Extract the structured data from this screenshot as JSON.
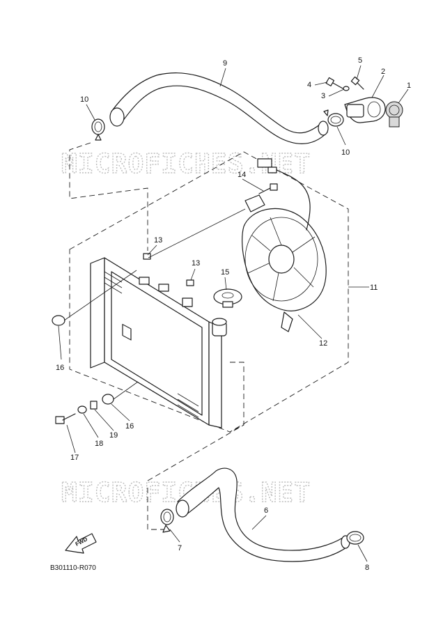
{
  "watermark": {
    "top": "MICROFICHES.NET",
    "bottom": "MICROFICHES.NET"
  },
  "diagram_code": "B301110-R070",
  "fwd_label": "FWD",
  "callouts": {
    "c1": "1",
    "c2": "2",
    "c3": "3",
    "c4": "4",
    "c5": "5",
    "c6": "6",
    "c7": "7",
    "c8": "8",
    "c9": "9",
    "c10a": "10",
    "c10b": "10",
    "c11": "11",
    "c12": "12",
    "c13a": "13",
    "c13b": "13",
    "c14": "14",
    "c15": "15",
    "c16a": "16",
    "c16b": "16",
    "c17": "17",
    "c18": "18",
    "c19": "19"
  }
}
